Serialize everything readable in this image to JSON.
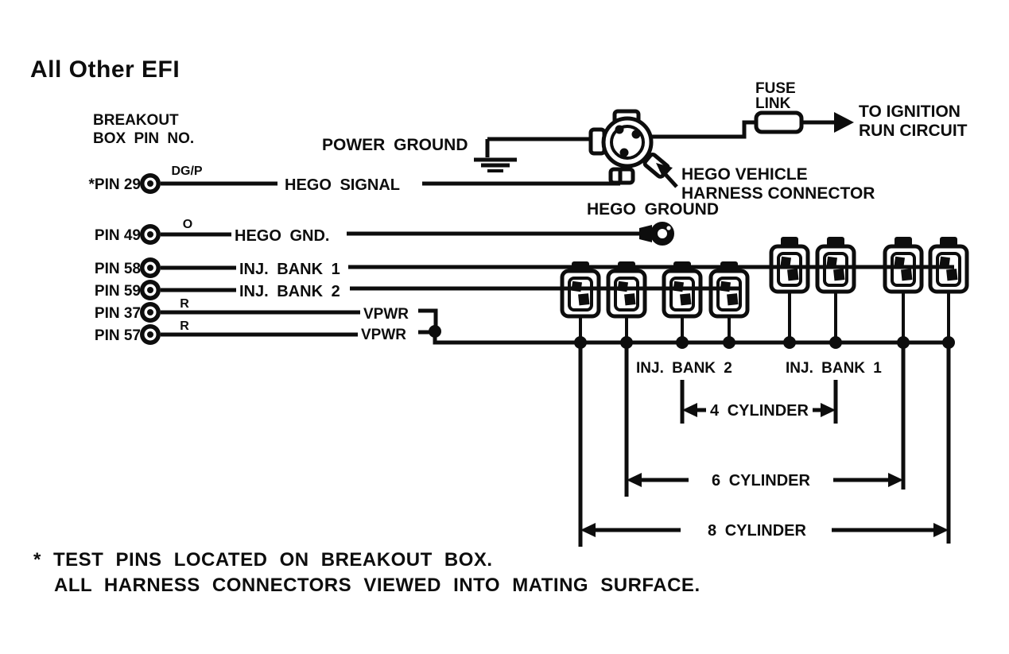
{
  "title": "All Other EFI",
  "header": {
    "breakout_line1": "BREAKOUT",
    "breakout_line2": "BOX PIN NO."
  },
  "pins": [
    {
      "label": "*PIN 29",
      "wire_color": "DG/P",
      "signal": "HEGO SIGNAL"
    },
    {
      "label": "PIN 49",
      "wire_color": "O",
      "signal": "HEGO GND."
    },
    {
      "label": "PIN 58",
      "wire_color": "",
      "signal": "INJ. BANK 1"
    },
    {
      "label": "PIN 59",
      "wire_color": "",
      "signal": "INJ. BANK 2"
    },
    {
      "label": "PIN 37",
      "wire_color": "R",
      "signal": "VPWR"
    },
    {
      "label": "PIN 57",
      "wire_color": "R",
      "signal": "VPWR"
    }
  ],
  "top_section": {
    "power_ground": "POWER GROUND",
    "fuse_line1": "FUSE",
    "fuse_line2": "LINK",
    "ignition_line1": "TO IGNITION",
    "ignition_line2": "RUN CIRCUIT",
    "harness_line1": "HEGO VEHICLE",
    "harness_line2": "HARNESS CONNECTOR",
    "hego_ground": "HEGO GROUND"
  },
  "injector_section": {
    "bank2_label": "INJ. BANK 2",
    "bank1_label": "INJ. BANK 1"
  },
  "brackets": {
    "cyl4_label": "4 CYLINDER",
    "cyl6_label": "6 CYLINDER",
    "cyl8_label": "8 CYLINDER"
  },
  "footnotes": {
    "line1": "* TEST PINS LOCATED ON BREAKOUT BOX.",
    "line2": "ALL HARNESS CONNECTORS VIEWED INTO MATING SURFACE."
  },
  "colors": {
    "ink": "#0d0d0d",
    "background": "#ffffff"
  }
}
